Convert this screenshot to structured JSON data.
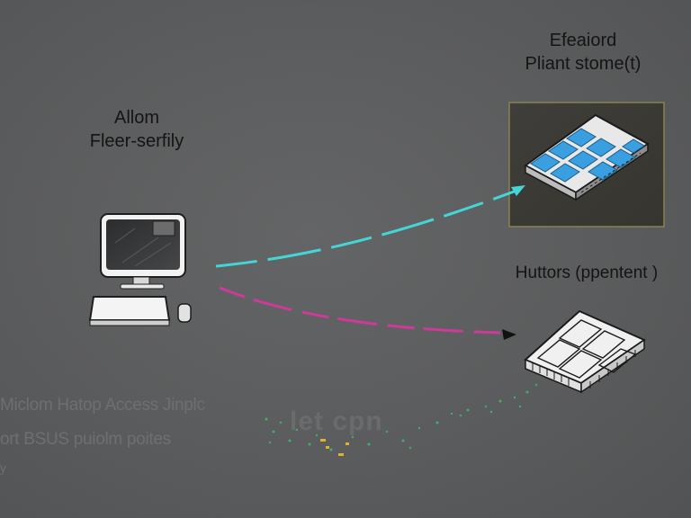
{
  "nodes": {
    "left": {
      "title_line1": "Allom",
      "title_line2": "Fleer-serfily",
      "icon": "desktop-computer-icon"
    },
    "right_top": {
      "title_line1": "Efeaiord",
      "title_line2": "Pliant stome(t)",
      "icon": "storage-array-icon"
    },
    "right_mid": {
      "title": "Huttors (ppentent )",
      "icon": "grid-module-icon"
    }
  },
  "footer": {
    "line1": "Miclom Hatop Access Jinplc",
    "line2": "ort BSUS puiolm poites",
    "line3": "y"
  },
  "center_watermark": "let cpn",
  "colors": {
    "background": "#5b5c5d",
    "arrow_top": "#44d6d6",
    "arrow_bottom": "#cc3a9a",
    "panel_blue": "#3a9fe0",
    "label_text": "#141414"
  }
}
